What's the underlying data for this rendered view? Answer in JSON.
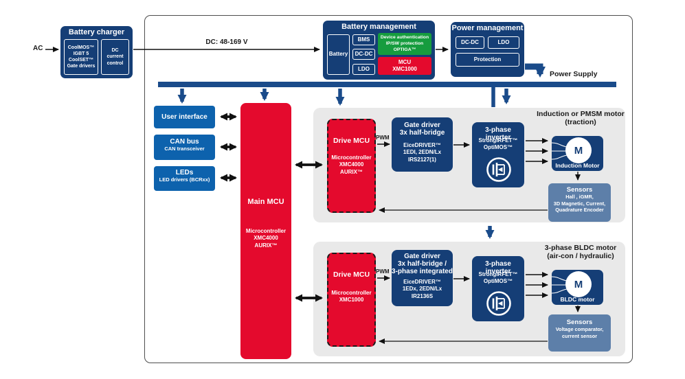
{
  "colors": {
    "navy": "#153e76",
    "bright_blue": "#0d62ad",
    "red": "#e40a2d",
    "green": "#169c3e",
    "slate_blue": "#5d7fa9",
    "panel_gray": "#e9e9e9",
    "power_blue": "#1a4b8a"
  },
  "ac_label": "AC",
  "dc_link_label": "DC: 48-169 V",
  "power_supply_label": "Power Supply",
  "battery_charger": {
    "title": "Battery charger",
    "switches": "CoolMOS™\nIGBT 5\nCoolSET™\nGate drivers",
    "control": "DC\ncurrent\ncontrol"
  },
  "battery_management": {
    "title": "Battery management",
    "battery": "Battery",
    "bms": "BMS",
    "dcdc": "DC-DC",
    "ldo": "LDO",
    "auth": "Device authentication\nIP/SW protection\nOPTIGA™",
    "mcu": "MCU\nXMC1000"
  },
  "power_management": {
    "title": "Power management",
    "dcdc": "DC-DC",
    "ldo": "LDO",
    "protection": "Protection"
  },
  "peripherals": {
    "user_interface": {
      "title": "User interface"
    },
    "can_bus": {
      "title": "CAN bus",
      "subtitle": "CAN transceiver"
    },
    "leds": {
      "title": "LEDs",
      "subtitle": "LED drivers (BCRxx)"
    }
  },
  "main_mcu": {
    "title": "Main MCU",
    "subtitle": "Microcontroller\nXMC4000\nAURIX™"
  },
  "panels": [
    {
      "drive_mcu": {
        "title": "Drive MCU",
        "subtitle": "Microcontroller\nXMC4000\nAURIX™"
      },
      "pwm_label": "PWM",
      "gate_driver": {
        "title": "Gate driver\n3x half-bridge",
        "parts": "EiceDRIVER™\n1EDI, 2EDN/Lx\nIRS2127(1)"
      },
      "inverter": {
        "title": "3-phase inverter",
        "parts": "StrongIRFET™\nOptiMOS™"
      },
      "heading": "Induction or PMSM motor\n(traction)",
      "motor": {
        "label": "M",
        "name": "Induction Motor"
      },
      "sensors": {
        "title": "Sensors",
        "items": "Hall , iGMR,\n3D Magnetic, Current,\nQuadrature Encoder"
      }
    },
    {
      "drive_mcu": {
        "title": "Drive MCU",
        "subtitle": "Microcontroller\nXMC1000"
      },
      "pwm_label": "PWM",
      "gate_driver": {
        "title": "Gate driver\n3x half-bridge /\n3-phase integrated",
        "parts": "EiceDRIVER™\n1EDx, 2EDN/Lx\nIR2136S"
      },
      "inverter": {
        "title": "3-phase inverter",
        "parts": "StrongIRFET™\nOptiMOS™"
      },
      "heading": "3-phase BLDC motor\n(air-con / hydraulic)",
      "motor": {
        "label": "M",
        "name": "BLDC motor"
      },
      "sensors": {
        "title": "Sensors",
        "items": "Voltage comparator,\ncurrent sensor"
      }
    }
  ]
}
